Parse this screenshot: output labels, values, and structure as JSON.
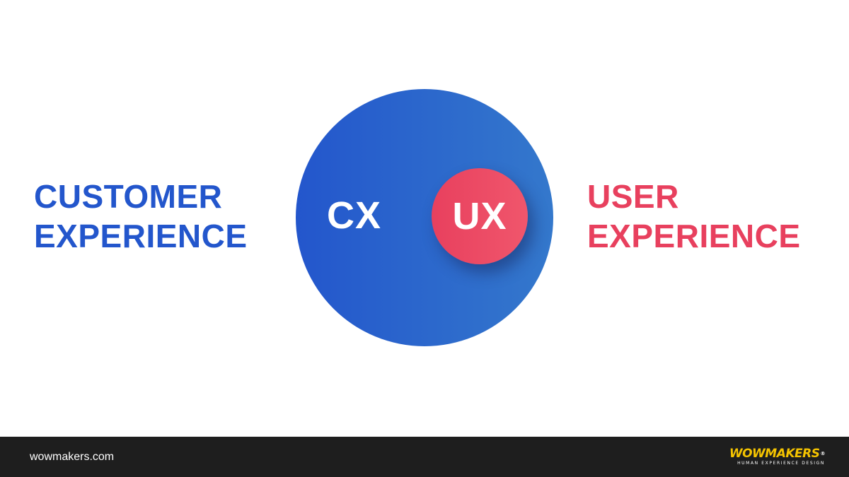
{
  "diagram": {
    "left_label": [
      "CUSTOMER",
      "EXPERIENCE"
    ],
    "right_label": [
      "USER",
      "EXPERIENCE"
    ],
    "outer_circle_label": "CX",
    "inner_circle_label": "UX"
  },
  "footer": {
    "url": "wowmakers.com",
    "logo_text": "WOWMAKERS",
    "logo_registered": "®",
    "logo_tagline": "HUMAN EXPERIENCE DESIGN"
  },
  "colors": {
    "background": "#ffffff",
    "cx_blue": "#2356cc",
    "cx_blue_light": "#3478cc",
    "ux_red": "#e8405e",
    "ux_red_light": "#f0566c",
    "footer_bg": "#1e1e1e",
    "logo_yellow": "#f5c400"
  }
}
